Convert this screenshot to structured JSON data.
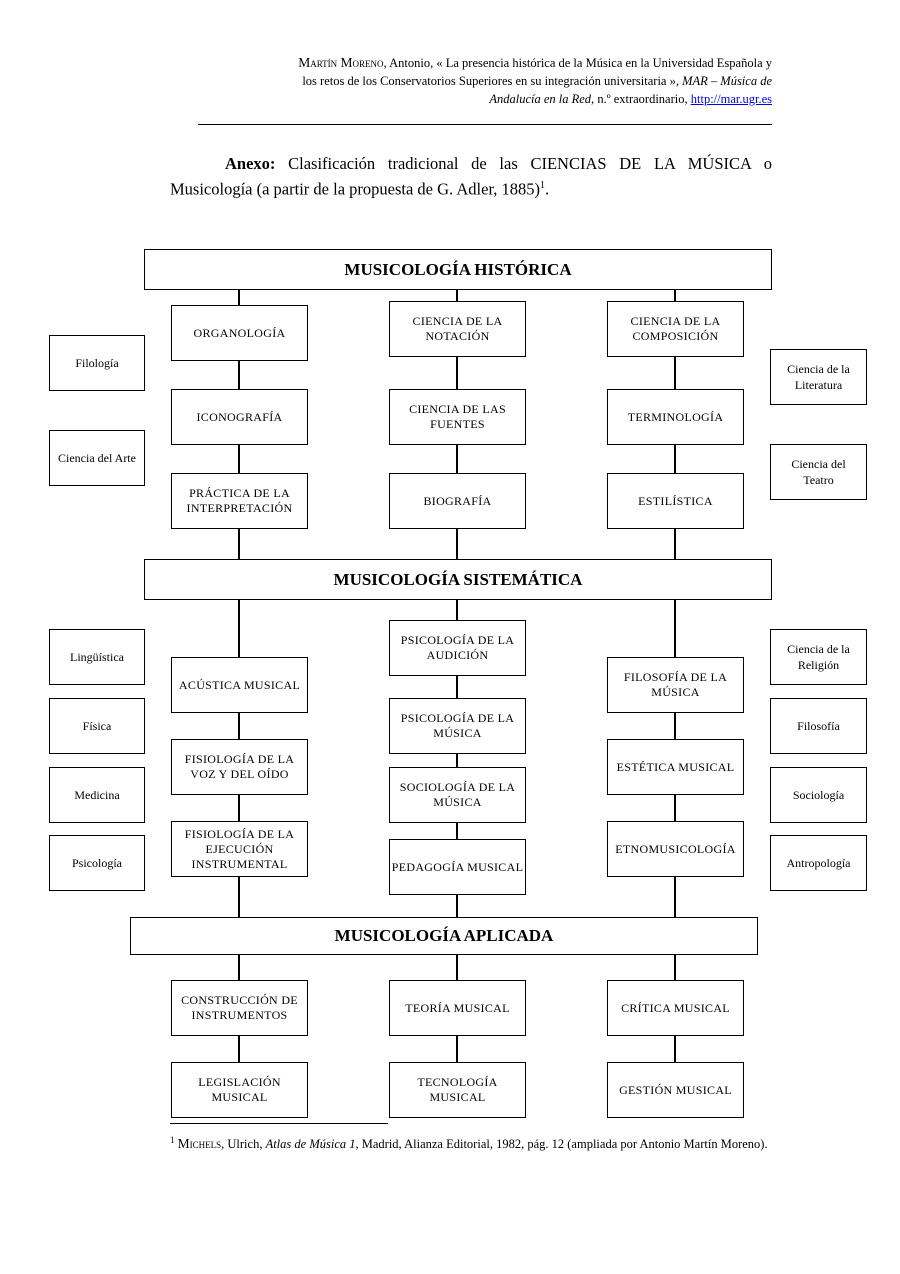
{
  "header": {
    "author_sc": "Martín Moreno",
    "author_rest": ", Antonio, « La presencia histórica de la Música en la Universidad Española y",
    "line2": "los retos de los Conservatorios Superiores en su integración universitaria »,",
    "journal": "MAR – Música de",
    "line3_italic": "Andalucía en la Red,",
    "line3_rest": " n.º extraordinario, ",
    "url": "http://mar.ugr.es"
  },
  "annex": {
    "label": "Anexo:",
    "text": " Clasificación tradicional de las CIENCIAS DE LA MÚSICA o Musicología (a partir de la propuesta de G. Adler, 1885)",
    "ref": "1",
    "tail": "."
  },
  "diagram": {
    "bands": {
      "historica": "Musicología histórica",
      "sistematica": "Musicología sistemática",
      "aplicada": "Musicología aplicada"
    },
    "historica": {
      "col1": [
        "Organología",
        "Iconografía",
        "Práctica de la interpretación"
      ],
      "col2": [
        "Ciencia de la notación",
        "Ciencia de las fuentes",
        "Biografía"
      ],
      "col3": [
        "Ciencia de la composición",
        "Terminología",
        "Estilística"
      ],
      "left": [
        "Filología",
        "Ciencia del Arte"
      ],
      "right": [
        "Ciencia de la Literatura",
        "Ciencia del Teatro"
      ]
    },
    "sistematica": {
      "col1": [
        "Acústica musical",
        "Fisiología de la voz y del oído",
        "Fisiología de la ejecución instrumental"
      ],
      "col2": [
        "Psicología de la audición",
        "Psicología de la música",
        "Sociología de la música",
        "Pedagogía musical"
      ],
      "col3": [
        "Filosofía de la música",
        "Estética musical",
        "Etnomusicología"
      ],
      "left": [
        "Lingüística",
        "Física",
        "Medicina",
        "Psicología"
      ],
      "right": [
        "Ciencia de la Religión",
        "Filosofía",
        "Sociología",
        "Antropología"
      ]
    },
    "aplicada": {
      "col1": [
        "Construcción de instrumentos",
        "Legislación musical"
      ],
      "col2": [
        "Teoría musical",
        "Tecnología musical"
      ],
      "col3": [
        "Crítica musical",
        "Gestión musical"
      ]
    }
  },
  "footnote": {
    "num": "1",
    "author_sc": "Michels",
    "before_title": ", Ulrich, ",
    "title": "Atlas de Música 1,",
    "rest": " Madrid, Alianza Editorial, 1982, pág. 12 (ampliada por Antonio Martín Moreno)."
  }
}
